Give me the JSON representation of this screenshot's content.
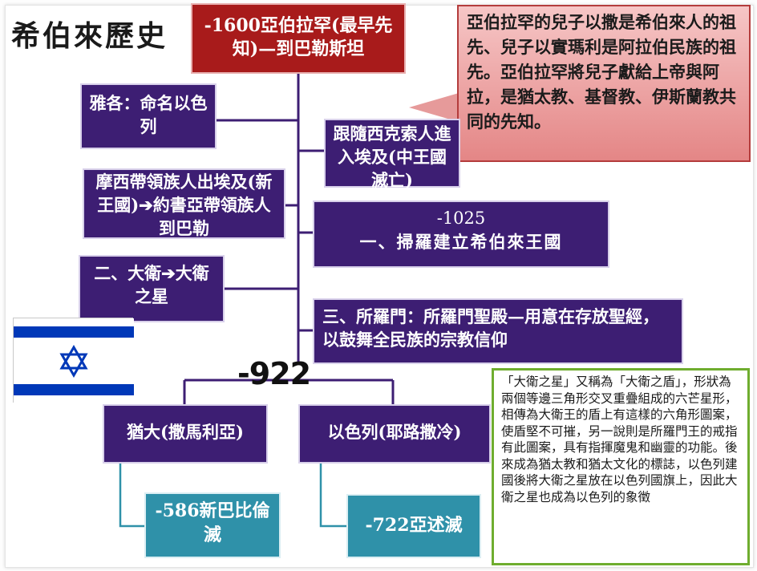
{
  "title": "希伯來歷史",
  "top_box": "-1600亞伯拉罕(最早先知)—到巴勒斯坦",
  "callout": "亞伯拉罕的兒子以撒是希伯來人的祖先、兒子以實瑪利是阿拉伯民族的祖先。亞伯拉罕將兒子獻給上帝與阿拉，是猶太教、基督教、伊斯蘭教共同的先知。",
  "left_nodes": {
    "jacob": "雅各：命名以色列",
    "moses": "摩西帶領族人出埃及(新王國)➔約書亞帶領族人到巴勒",
    "david": "二、大衛➔大衛之星"
  },
  "right_nodes": {
    "egypt": "跟隨西克索人進入埃及(中王國滅亡)",
    "year_1025": "-1025",
    "saul": "一、掃羅建立希伯來王國",
    "solomon": "三、所羅門：所羅門聖殿—用意在存放聖經，以鼓舞全民族的宗教信仰"
  },
  "split_year": "-922",
  "kingdoms": {
    "judah": "猶大(撒馬利亞)",
    "israel": "以色列(耶路撒冷)"
  },
  "falls": {
    "judah_fall": "-586新巴比倫滅",
    "israel_fall": "-722亞述滅"
  },
  "star_note": "「大衛之星」又稱為「大衛之盾」，形狀為兩個等邊三角形交叉重疊組成的六芒星形，相傳為大衛王的盾上有這樣的六角形圖案，使盾堅不可摧，另一說則是所羅門王的戒指有此圖案，具有指揮魔鬼和幽靈的功能。後來成為猶太教和猶太文化的標誌，以色列建國後將大衛之星放在以色列國旗上，因此大衛之星也成為以色列的象徵",
  "colors": {
    "purple": "#3d1e73",
    "teal": "#2f91a9",
    "red": "#a81b1b",
    "callout_pink": "#e48686",
    "note_border": "#6fad2f",
    "flag_blue": "#0038b8"
  },
  "icons": {
    "flag": "israel-flag",
    "star": "star-of-david-icon"
  }
}
